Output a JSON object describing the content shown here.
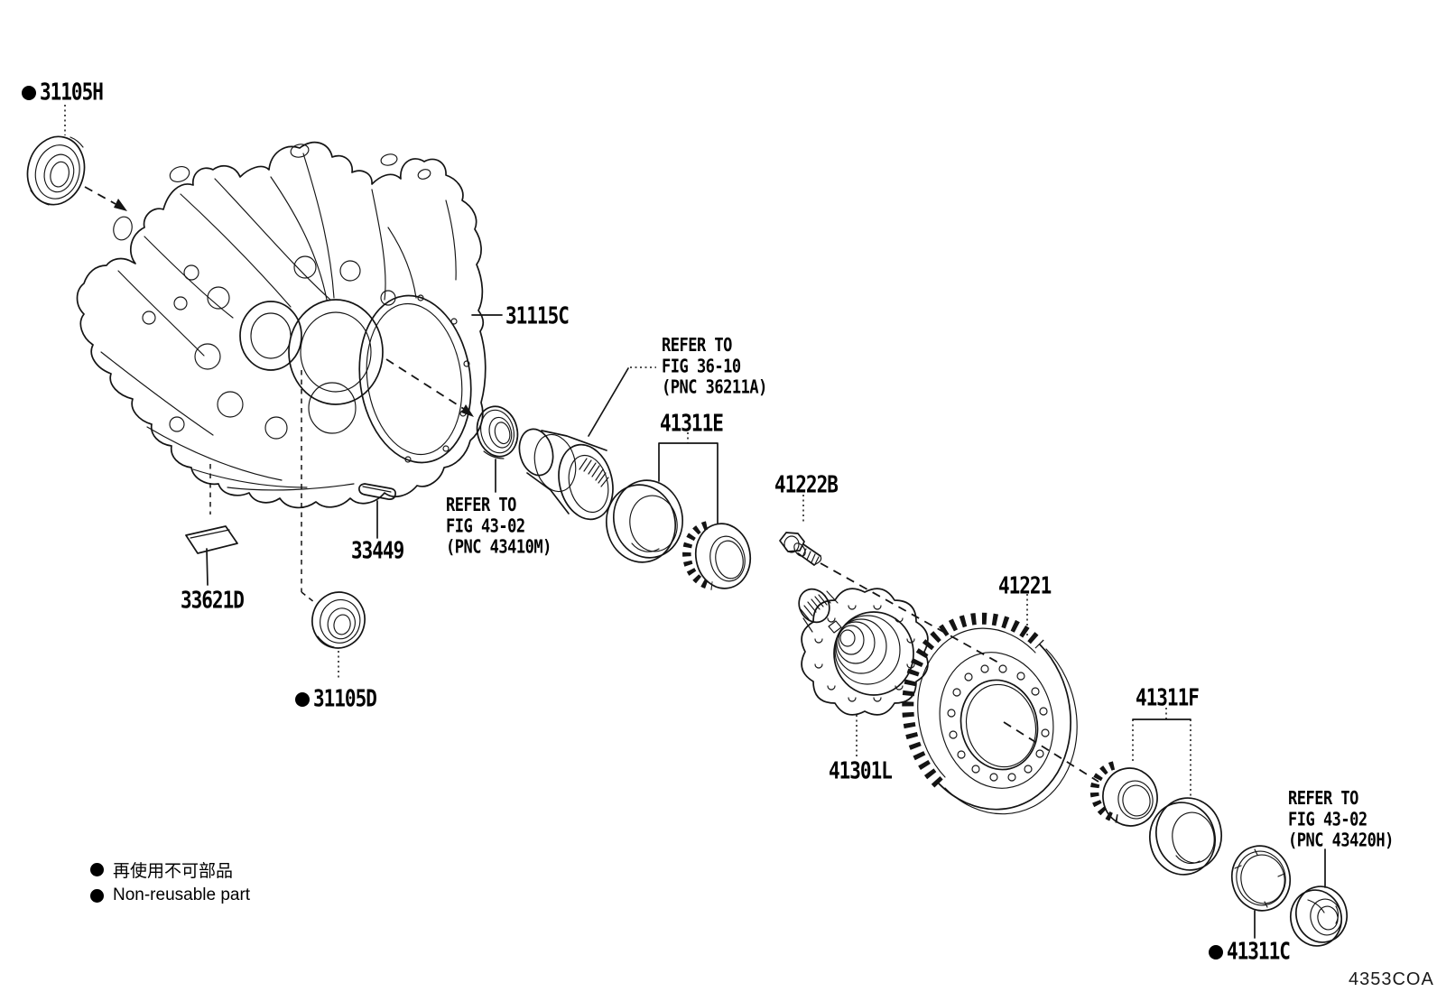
{
  "figure": {
    "code": "4353COA"
  },
  "legend": {
    "bullet": "●",
    "jp": "再使用不可部品",
    "en": "Non-reusable part"
  },
  "parts": {
    "p31105H": {
      "label": "31105H",
      "bullet": "●",
      "non_reusable": true
    },
    "p31115C": {
      "label": "31115C"
    },
    "p33449": {
      "label": "33449"
    },
    "p33621D": {
      "label": "33621D"
    },
    "p31105D": {
      "label": "31105D",
      "bullet": "●",
      "non_reusable": true
    },
    "p41311E": {
      "label": "41311E"
    },
    "p41222B": {
      "label": "41222B"
    },
    "p41221": {
      "label": "41221"
    },
    "p41301L": {
      "label": "41301L"
    },
    "p41311F": {
      "label": "41311F"
    },
    "p41311C": {
      "label": "41311C",
      "bullet": "●",
      "non_reusable": true
    }
  },
  "references": {
    "fig36_10": {
      "line1": "REFER TO",
      "line2": "FIG 36-10",
      "line3": "(PNC 36211A)"
    },
    "fig43_02_410": {
      "line1": "REFER TO",
      "line2": "FIG 43-02",
      "line3": "(PNC 43410M)"
    },
    "fig43_02_420": {
      "line1": "REFER TO",
      "line2": "FIG 43-02",
      "line3": "(PNC 43420H)"
    }
  },
  "colors": {
    "ink": "#141414",
    "background": "#ffffff"
  }
}
